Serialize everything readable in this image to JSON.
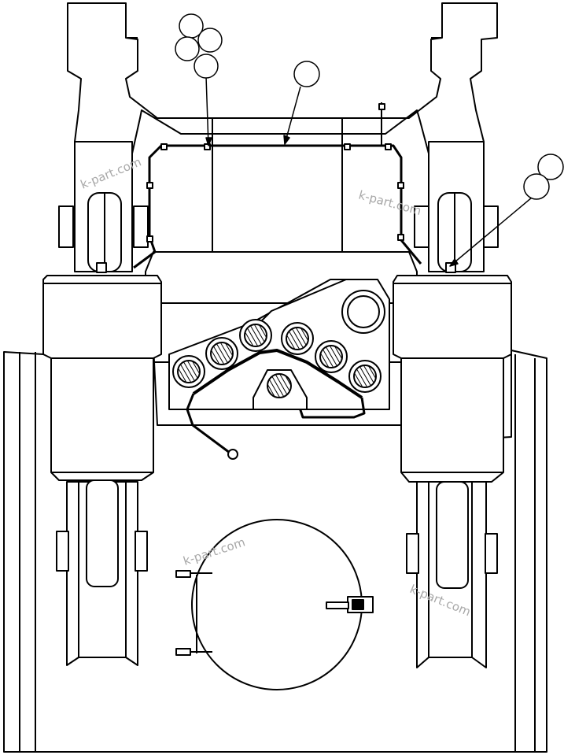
{
  "drawing": {
    "stroke_color": "#000000",
    "background_color": "#ffffff",
    "callout_bubbles": 7,
    "valve_disks": 6
  },
  "watermark": {
    "text": "k-part.com",
    "color": "#a8a8a8"
  }
}
